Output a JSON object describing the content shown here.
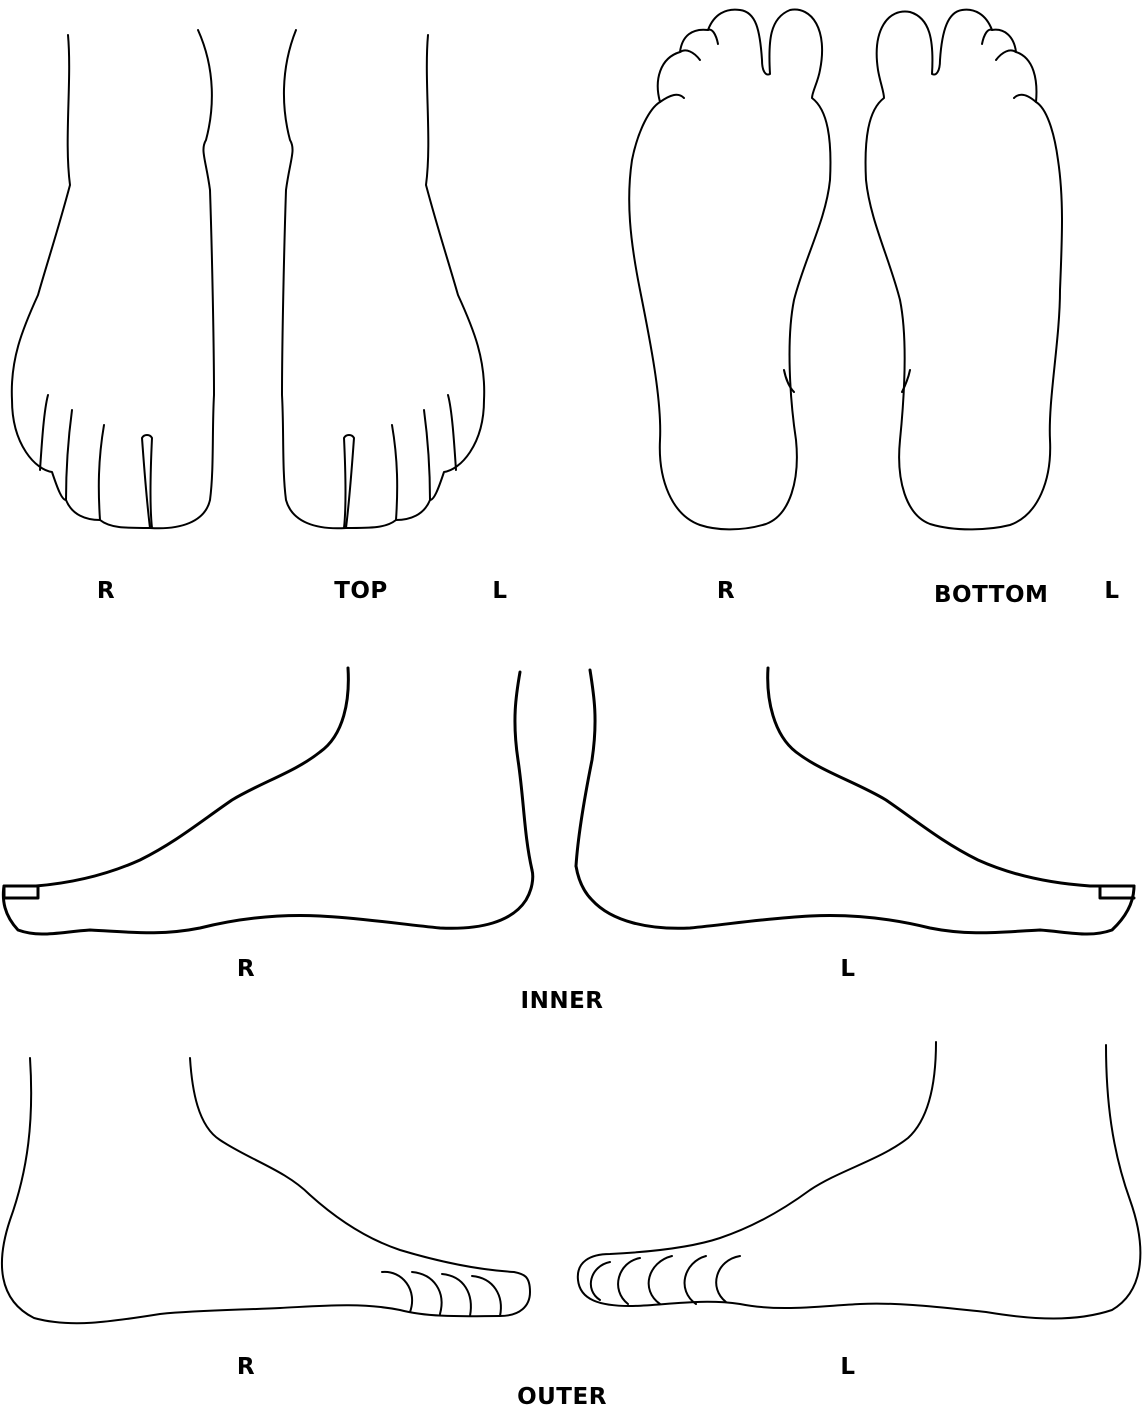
{
  "views": {
    "top": {
      "name": "TOP",
      "right": "R",
      "left": "L"
    },
    "bottom": {
      "name": "BOTTOM",
      "right": "R",
      "left": "L"
    },
    "inner": {
      "name": "INNER",
      "right": "R",
      "left": "L"
    },
    "outer": {
      "name": "OUTER",
      "right": "R",
      "left": "L"
    }
  }
}
